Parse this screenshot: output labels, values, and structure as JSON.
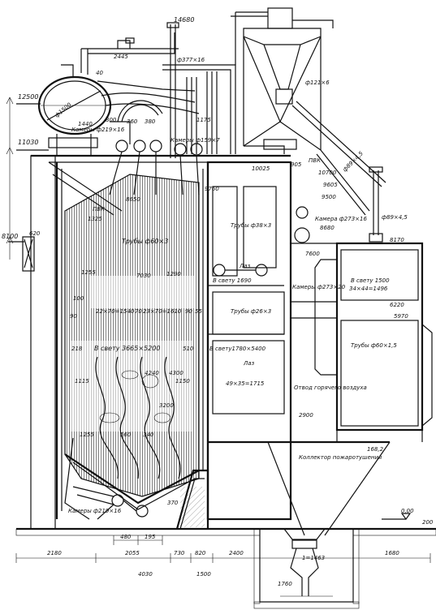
{
  "labels": {
    "top_elev": "14680",
    "d377": "ф377×16",
    "dim_2445": "2445",
    "elev_12500": "12500",
    "elev_11030": "11030",
    "d1500": "ф1500",
    "dim_1440": "1440",
    "dim_40": "40",
    "dim_800": "800",
    "kamery_219": "Камеры ф219×16",
    "dim_360a": "360",
    "dim_380": "380",
    "dim_1175": "1175",
    "kamery_159": "Камеры ф159×7",
    "d121": "ф121×6",
    "pvk_top": "ПВК",
    "d89_top": "ф89×4,5",
    "elev_10700": "10700",
    "elev_10025": "10025",
    "dim_9605": "9605",
    "dim_905": "905",
    "dim_9500": "9500",
    "kamera_273": "Камера ф273×16",
    "d89_mid": "ф89×4,5",
    "elev_8680": "8680",
    "elev_8170": "8170",
    "elev_8100": "8100",
    "dim_620": "620",
    "pvk_left": "ПВК",
    "dim_1325": "1325",
    "truby_60": "Трубы ф60×3",
    "dim_8650": "8650",
    "dim_9760": "9760",
    "truby_38": "Трубы ф38×3",
    "v_svetu_1690": "В свету 1690",
    "dim_7600": "7600",
    "laz_top": "Лаз",
    "dim_1255a": "1255",
    "dim_7030": "7030",
    "dim_1290": "1290",
    "v_svetu_1500": "В свету 1500",
    "dim_34x44": "34×44=1496",
    "kamery_273x20": "Камеры ф273×20",
    "elev_6220": "6220",
    "elev_5970": "5970",
    "dim_100": "100",
    "dim_90": "90",
    "dim_22x70": "22×70=1540",
    "dim_70": "70",
    "dim_23x70": "23×70=1610",
    "dim_90b": "90",
    "dim_55": "55",
    "truby_26": "Трубы ф26×3",
    "dim_218": "218",
    "v_svetu_3665": "В свету 3665×5200",
    "dim_510": "510",
    "v_svetu_1780": "В свету1780×5400",
    "truby_60x15": "Трубы ф60×1,5",
    "dim_4240": "4240",
    "dim_4300": "4300",
    "laz_mid": "Лаз",
    "dim_1115": "1115",
    "dim_1150": "1150",
    "dim_49x35": "49×35=1715",
    "otvod": "Отвод горячего воздуха",
    "dim_3200": "3200",
    "elev_2900": "2900",
    "dim_1255b": "1255",
    "dim_560": "560",
    "dim_340": "340",
    "dim_1682": "168,2",
    "kollektor": "Коллектор пожаротушения",
    "kamery_219b": "Камеры ф219×16",
    "dim_370": "370",
    "elev_000": "0,00",
    "elev_200": "200",
    "dim_480": "480",
    "dim_195": "195",
    "dim_2180": "2180",
    "dim_2055": "2055",
    "dim_730": "730",
    "dim_820": "820",
    "dim_2400": "2400",
    "dim_1680": "1680",
    "dim_1463": "1=1463",
    "dim_4030": "4030",
    "dim_1500b": "1500",
    "dim_1760": "1760"
  }
}
